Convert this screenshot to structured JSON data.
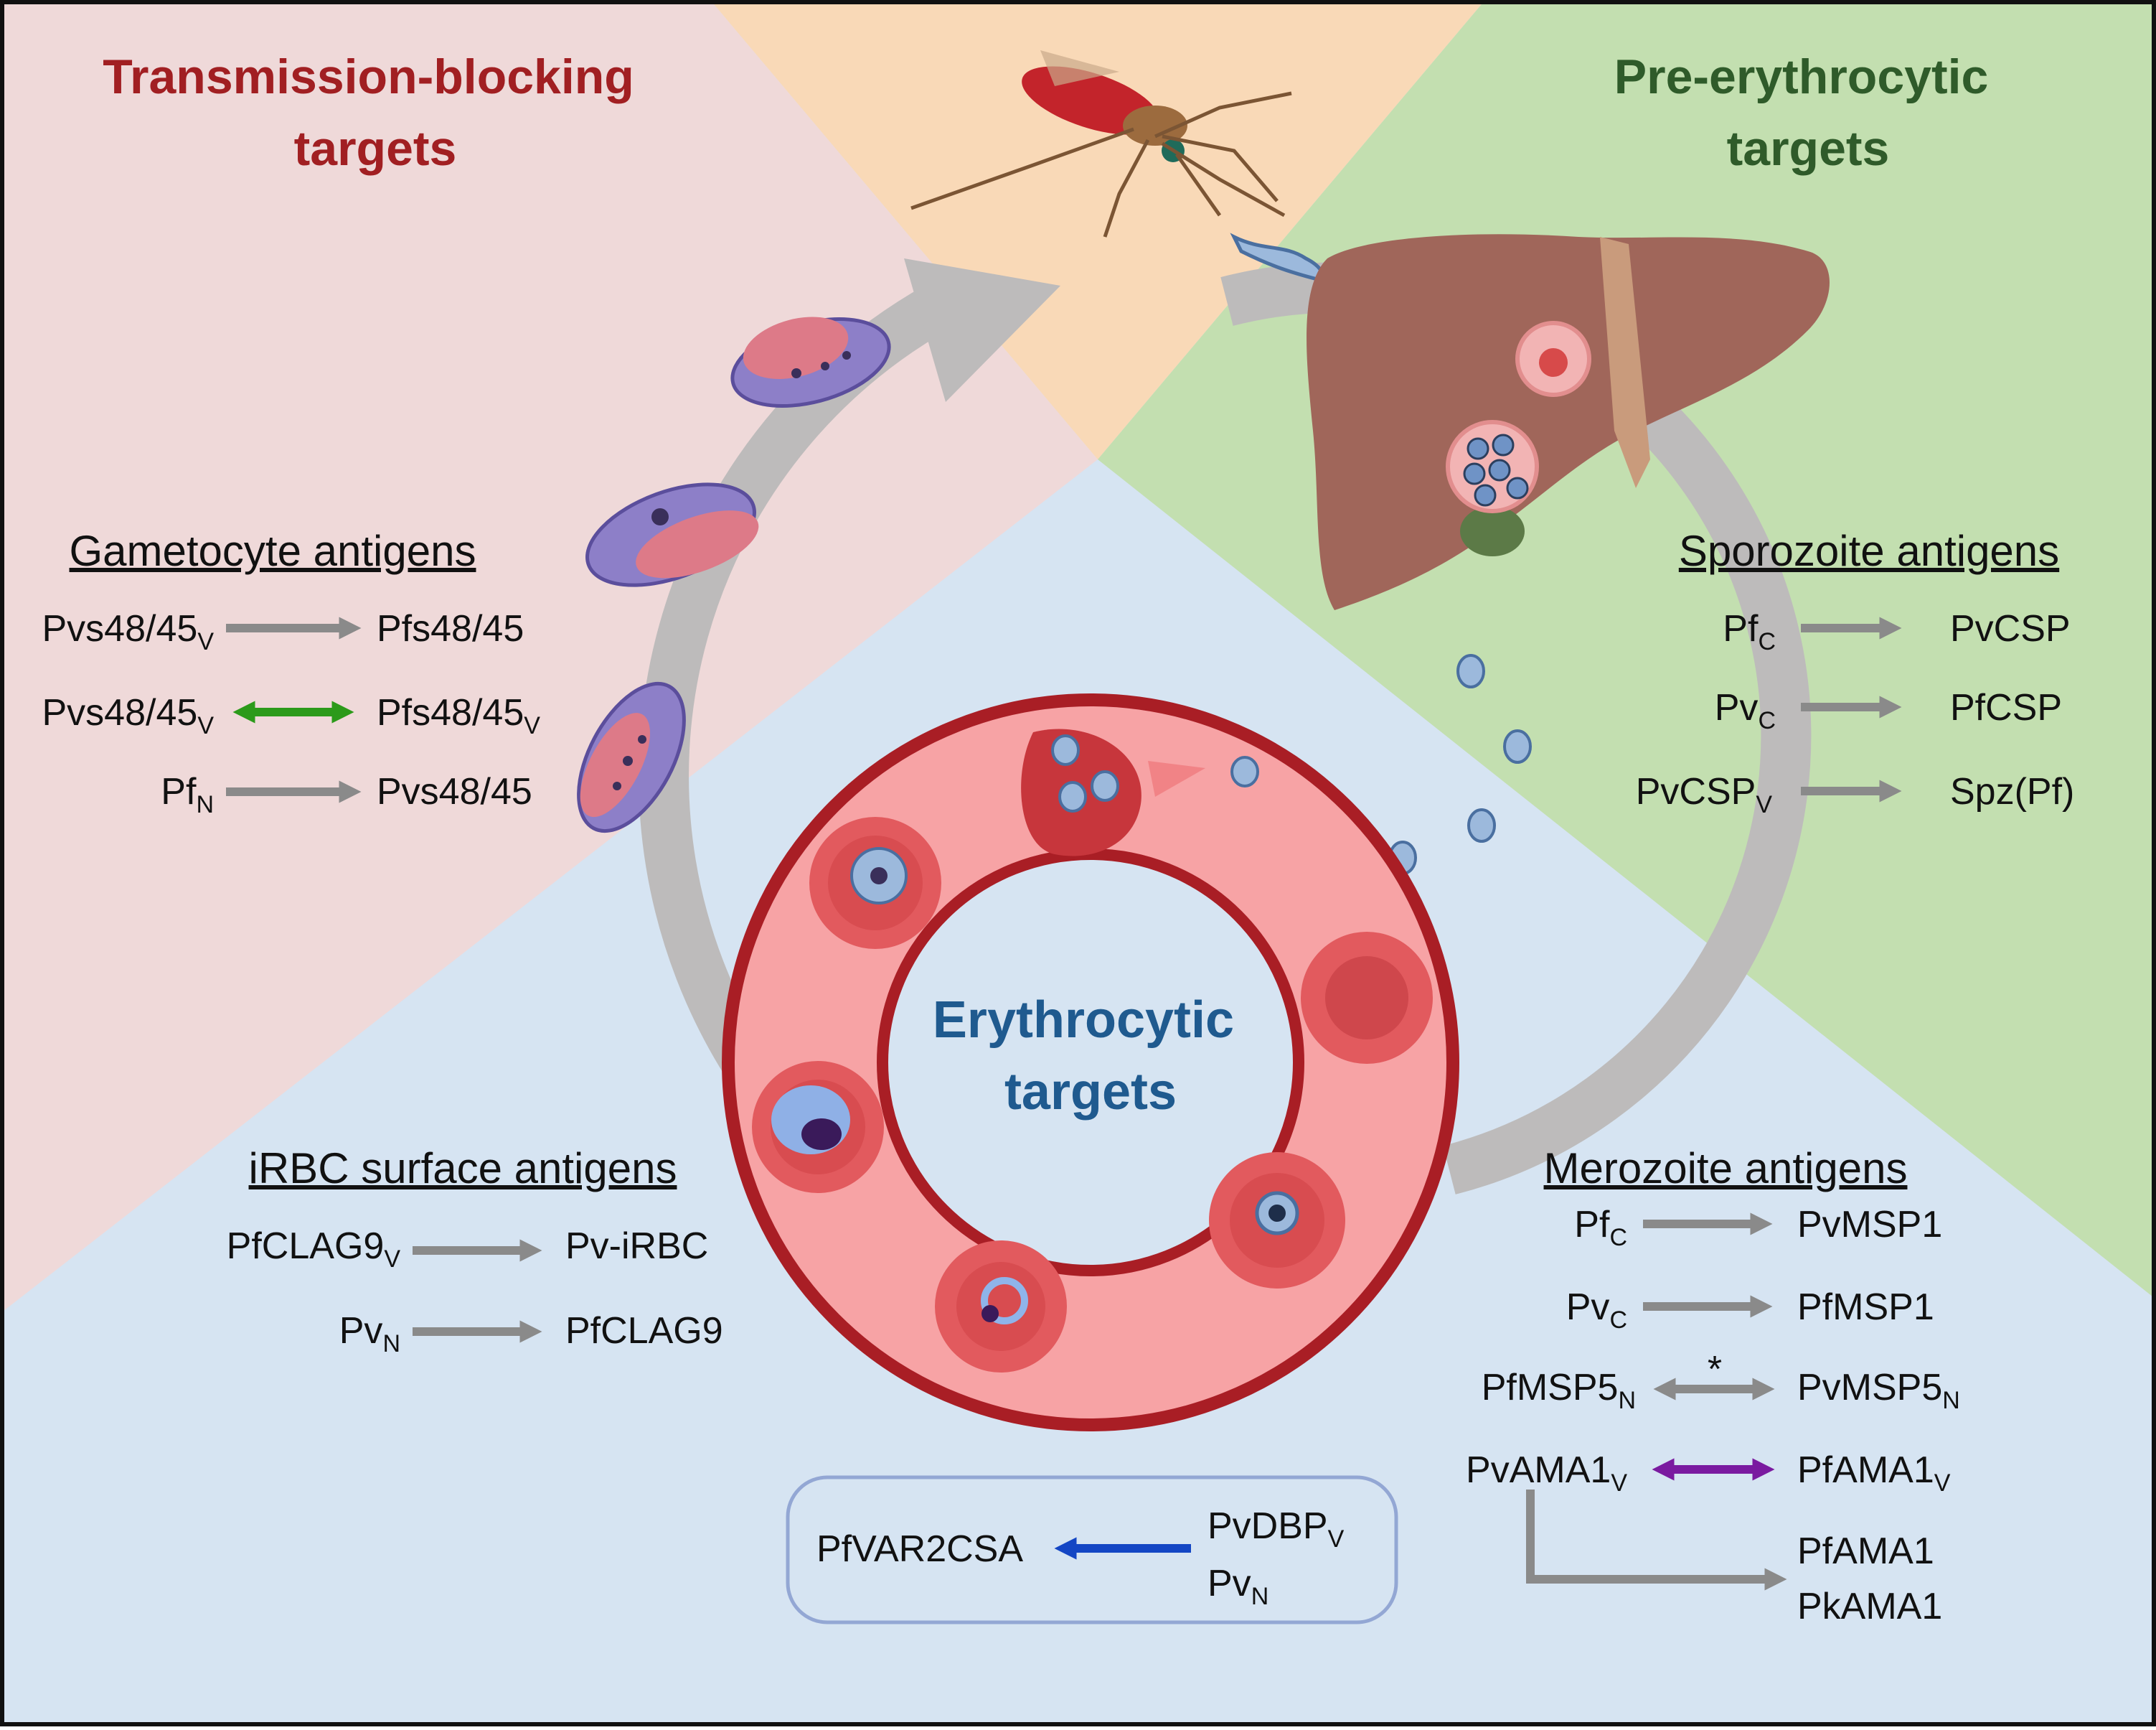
{
  "titles": {
    "transmission": [
      "Transmission-blocking",
      "targets"
    ],
    "pre_erythrocytic": [
      "Pre-erythrocytic",
      "targets"
    ],
    "erythrocytic": [
      "Erythrocytic",
      "targets"
    ]
  },
  "colors": {
    "transmission_bg": "#efd9d9",
    "mosquito_bg": "#f9d9b7",
    "pre_erythrocytic_bg": "#c3dfb0",
    "erythrocytic_bg": "#d6e4f2",
    "gray_arrow": "#8a8a8a",
    "green_arrow": "#2c9a1a",
    "purple_arrow": "#7a1aa0",
    "blue_arrow": "#1446c4"
  },
  "gametocyte": {
    "header": "Gametocyte antigens",
    "rows": [
      {
        "left": "Pvs48/45",
        "left_sub": "V",
        "right": "Pfs48/45",
        "right_sub": "",
        "arrow": "gray"
      },
      {
        "left": "Pvs48/45",
        "left_sub": "V",
        "right": "Pfs48/45",
        "right_sub": "V",
        "arrow": "green-double"
      },
      {
        "left": "Pf",
        "left_sub": "N",
        "right": "Pvs48/45",
        "right_sub": "",
        "arrow": "gray"
      }
    ]
  },
  "sporozoite": {
    "header": "Sporozoite antigens",
    "rows": [
      {
        "left": "Pf",
        "left_sub": "C",
        "right": "PvCSP",
        "right_sub": "",
        "arrow": "gray"
      },
      {
        "left": "Pv",
        "left_sub": "C",
        "right": "PfCSP",
        "right_sub": "",
        "arrow": "gray"
      },
      {
        "left": "PvCSP",
        "left_sub": "V",
        "right": "Spz(Pf)",
        "right_sub": "",
        "arrow": "gray"
      }
    ]
  },
  "irbc": {
    "header": "iRBC surface antigens",
    "rows": [
      {
        "left": "PfCLAG9",
        "left_sub": "V",
        "right": "Pv-iRBC",
        "right_sub": "",
        "arrow": "gray"
      },
      {
        "left": "Pv",
        "left_sub": "N",
        "right": "PfCLAG9",
        "right_sub": "",
        "arrow": "gray"
      }
    ]
  },
  "merozoite": {
    "header": "Merozoite antigens",
    "rows": [
      {
        "left": "Pf",
        "left_sub": "C",
        "right": "PvMSP1",
        "right_sub": "",
        "arrow": "gray"
      },
      {
        "left": "Pv",
        "left_sub": "C",
        "right": "PfMSP1",
        "right_sub": "",
        "arrow": "gray"
      },
      {
        "left": "PfMSP5",
        "left_sub": "N",
        "right": "PvMSP5",
        "right_sub": "N",
        "arrow": "gray-double",
        "mark": "*"
      },
      {
        "left": "PvAMA1",
        "left_sub": "V",
        "right": "PfAMA1",
        "right_sub": "V",
        "arrow": "purple-double"
      }
    ],
    "branch_targets": [
      "PfAMA1",
      "PkAMA1"
    ]
  },
  "var2csa_box": {
    "target": "PfVAR2CSA",
    "sources": [
      {
        "text": "PvDBP",
        "sub": "V"
      },
      {
        "text": "Pv",
        "sub": "N"
      }
    ]
  }
}
